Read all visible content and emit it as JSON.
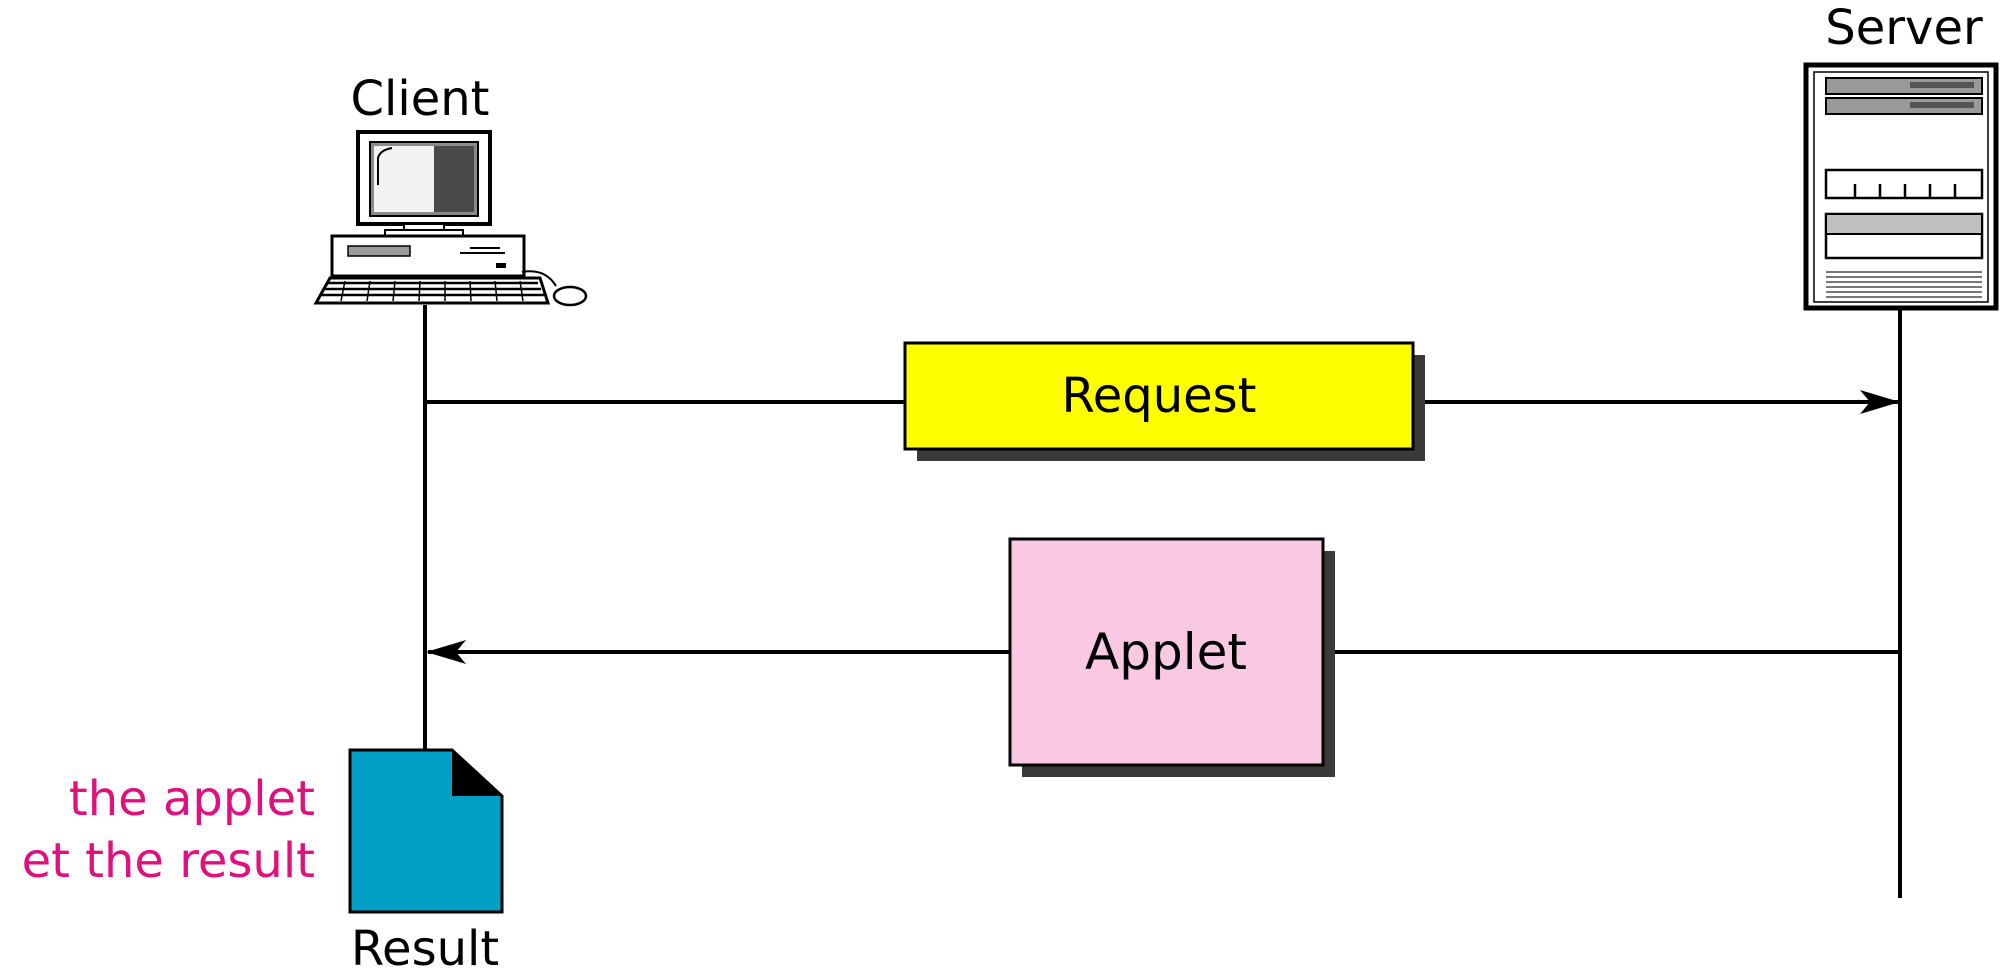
{
  "labels": {
    "client": "Client",
    "server": "Server",
    "result": "Result"
  },
  "messages": {
    "request": "Request",
    "applet": "Applet"
  },
  "note": {
    "line1": "the applet",
    "line2": "et the result"
  },
  "colors": {
    "request_box": "#ffff00",
    "applet_box": "#f9c9e3",
    "result_doc": "#009fc6",
    "note_text": "#e0107e",
    "line": "#000000"
  },
  "icons": {
    "client": "desktop-computer-icon",
    "server": "server-tower-icon",
    "result": "document-icon"
  }
}
